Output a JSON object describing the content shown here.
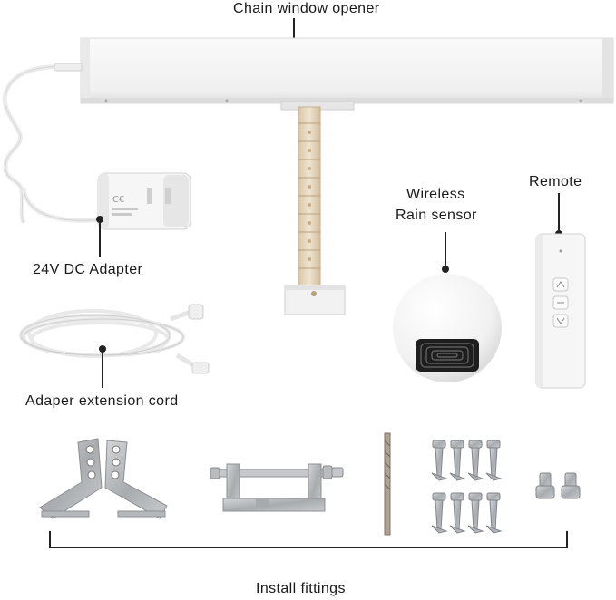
{
  "labels": {
    "opener": "Chain window opener",
    "adapter": "24V DC Adapter",
    "rain_sensor_line1": "Wireless",
    "rain_sensor_line2": "Rain sensor",
    "remote": "Remote",
    "extension_cord": "Adaper extension cord",
    "fittings": "Install fittings"
  },
  "colors": {
    "background": "#ffffff",
    "text": "#1a1a1a",
    "device_white": "#f4f4f4",
    "chain_beige": "#e5d6bf",
    "metal": "#b9bcbf"
  },
  "icons": {
    "adapter_certification": "ce-mark-icon",
    "remote_buttons": [
      "up-button-icon",
      "stop-button-icon",
      "down-button-icon"
    ]
  }
}
